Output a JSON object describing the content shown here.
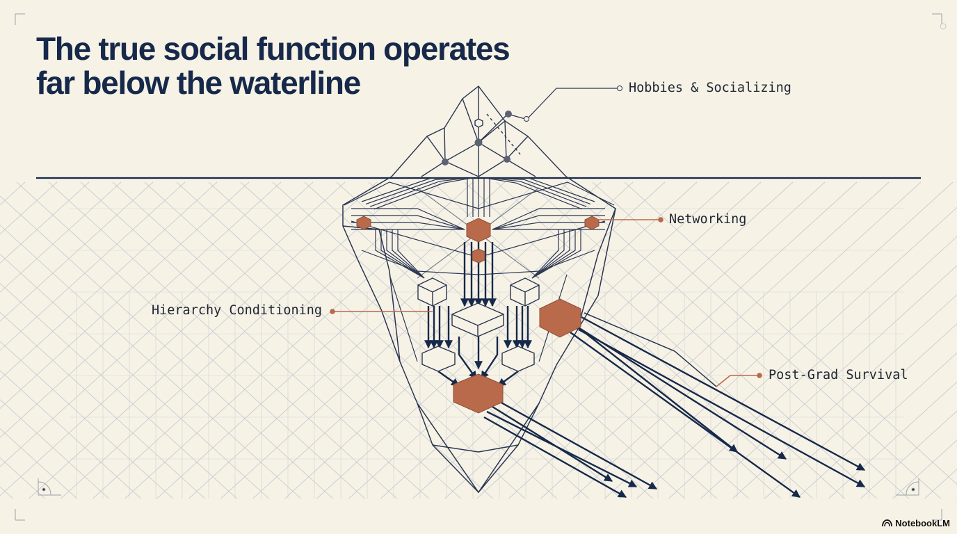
{
  "title": {
    "line1": "The true social function operates",
    "line2": "far below the waterline"
  },
  "labels": {
    "hobbies": "Hobbies & Socializing",
    "networking": "Networking",
    "hierarchy": "Hierarchy Conditioning",
    "post_grad": "Post-Grad Survival"
  },
  "brand": "NotebookLM",
  "colors": {
    "background": "#f6f2e6",
    "ink": "#17294a",
    "accent": "#b86a4b",
    "grid": "#c9ccd0"
  }
}
